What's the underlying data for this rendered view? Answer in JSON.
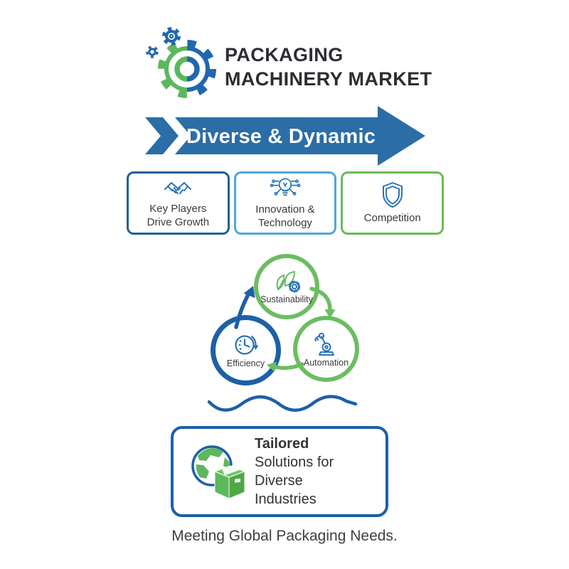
{
  "colors": {
    "banner_blue": "#2b6da6",
    "dark_blue": "#1d5fa8",
    "box_dark_blue_border": "#1e6196",
    "box_light_blue_border": "#4fa8d5",
    "green": "#6abc54",
    "cycle_green": "#6cbd62",
    "icon_blue": "#2a74b8",
    "logo_green": "#5cb85c",
    "logo_blue": "#2167ae",
    "text_dark": "#2b2e33"
  },
  "header": {
    "title_line1": "PACKAGING",
    "title_line2": "MACHINERY MARKET",
    "logo_icon": "gears-icon"
  },
  "banner": {
    "label": "Diverse & Dynamic"
  },
  "feature_boxes": [
    {
      "line1": "Key Players",
      "line2": "Drive Growth",
      "icon": "handshake-icon"
    },
    {
      "line1": "Innovation &",
      "line2": "Technology",
      "icon": "lightbulb-circuit-icon"
    },
    {
      "line1": "Competition",
      "line2": "",
      "icon": "shield-icon"
    }
  ],
  "cycle": {
    "nodes": [
      {
        "label": "Sustainability",
        "icon": "leaf-gear-icon"
      },
      {
        "label": "Efficiency",
        "icon": "clock-icon"
      },
      {
        "label": "Automation",
        "icon": "robot-arm-icon"
      }
    ]
  },
  "solutions_box": {
    "title": "Tailored",
    "line2": "Solutions for Diverse",
    "line3": "Industries",
    "icon": "globe-package-icon"
  },
  "footer": {
    "caption": "Meeting Global Packaging Needs."
  }
}
